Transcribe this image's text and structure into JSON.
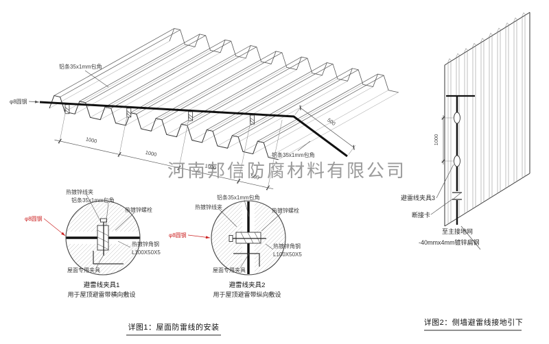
{
  "watermark": "河南邦信防腐材料有限公司",
  "main_view": {
    "label_strip_top": "铝条35x1mm包角",
    "label_round_steel": "φ8圆钢",
    "label_strip_right": "铝条35x1mm包角",
    "dims": {
      "d1": "1000",
      "d2": "1000",
      "d3": "1000",
      "d4": "500",
      "d_right": "500"
    }
  },
  "detail1": {
    "label_wire_clip": "热镀锌线夹",
    "label_strip": "铝条35x1mm包角",
    "label_bolt": "热镀锌螺栓",
    "label_round_steel": "φ8圆钢",
    "label_angle_steel": "热镀锌角钢",
    "label_angle_spec": "L100X50X5",
    "label_roof_clamp": "屋面专用夹具",
    "title": "避雷线夹具1",
    "subtitle": "用于屋顶避雷带横向敷设"
  },
  "detail2": {
    "label_wire_clip": "热镀锌线夹",
    "label_strip": "铝条35x1mm包角",
    "label_bolt": "热镀锌螺栓",
    "label_round_steel": "φ8圆钢",
    "label_angle_steel": "热镀锌角钢",
    "label_angle_spec": "L100X50X5",
    "label_roof_clamp": "屋面专用夹具",
    "title": "避雷线夹具2",
    "subtitle": "用于屋顶避雷带纵向敷设"
  },
  "side_view": {
    "dim": "1000",
    "label_clamp3": "避雷线夹具3",
    "label_disconnect": "断接卡",
    "label_to_ground": "至主接地网",
    "label_flat_steel": "-40mmx4mm镀锌扁钢"
  },
  "captions": {
    "detail1": "详图1：屋面防雷线的安装",
    "detail2": "详图2：侧墙避雷线接地引下"
  },
  "colors": {
    "line": "#3c3c3c",
    "wire": "#111111",
    "red": "#cc2222",
    "watermark": "#8e8e8e"
  }
}
